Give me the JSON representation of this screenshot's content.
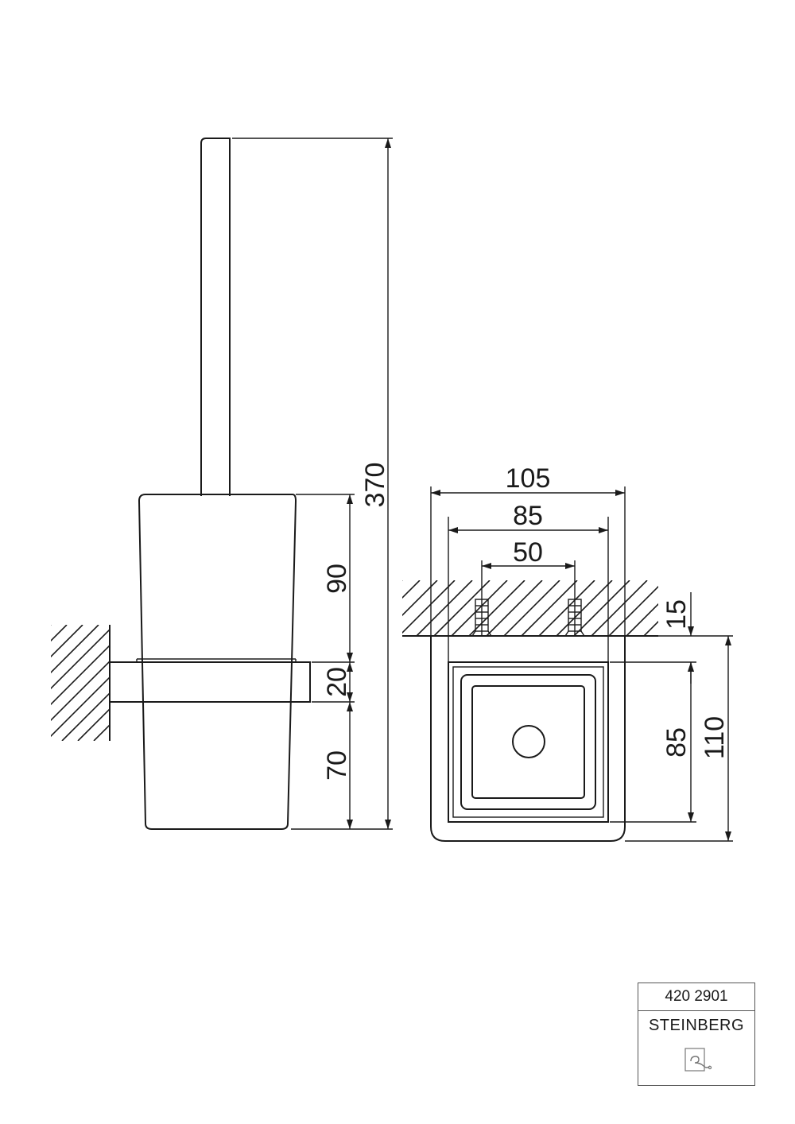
{
  "side_view": {
    "dims": {
      "overall_height": "370",
      "container_upper": "90",
      "holder_band": "20",
      "container_lower": "70"
    }
  },
  "top_view": {
    "dims": {
      "width_overall": "105",
      "width_inner": "85",
      "hole_spacing": "50",
      "wall_plate": "15",
      "depth_inner": "85",
      "depth_overall": "110"
    }
  },
  "title_block": {
    "article_number": "420 2901",
    "brand": "STEINBERG",
    "logo_icon": "steinberg-logo-icon"
  },
  "colors": {
    "line": "#1a1a1a",
    "background": "#ffffff"
  }
}
